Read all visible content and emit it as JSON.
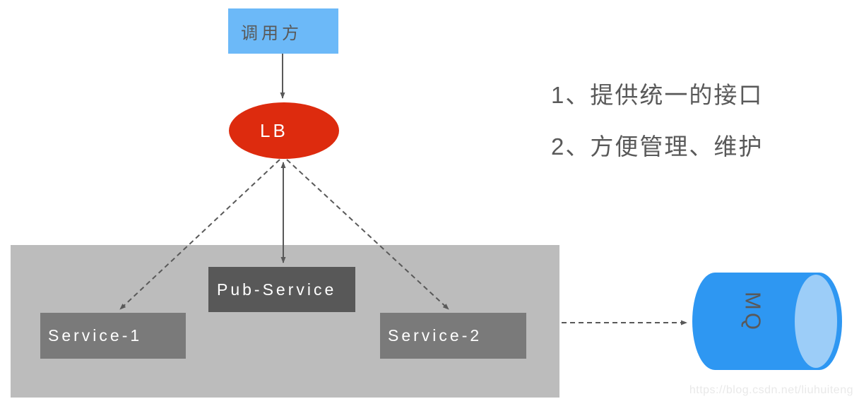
{
  "diagram": {
    "nodes": {
      "caller": "调用方",
      "lb": "LB",
      "pub_service": "Pub-Service",
      "service_1": "Service-1",
      "service_2": "Service-2",
      "mq": "MQ"
    },
    "notes": [
      "1、提供统一的接口",
      "2、方便管理、维护"
    ],
    "watermark": "https://blog.csdn.net/liuhuiteng",
    "colors": {
      "caller_bg": "#6CB9F8",
      "lb_bg": "#DD2B0E",
      "container_bg": "#BCBCBC",
      "pub_service_bg": "#585858",
      "service_bg": "#7A7A7A",
      "mq_body": "#2E97F2",
      "mq_cap": "#9CCDF8",
      "line": "#595959",
      "note_text": "#595959",
      "node_text_dark": "#595959",
      "watermark_text": "#E9E9E9"
    }
  }
}
